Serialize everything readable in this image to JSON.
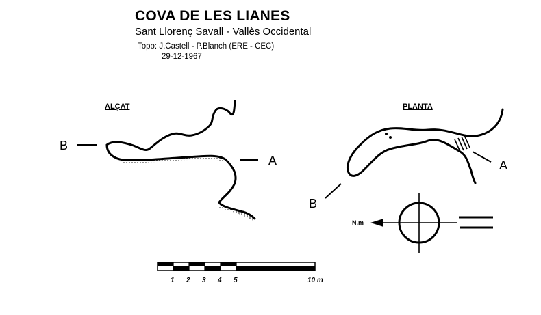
{
  "header": {
    "title": "COVA DE LES LIANES",
    "subtitle": "Sant Llorenç Savall - Vallès Occidental",
    "credit": "Topo: J.Castell - P.Blanch  (ERE - CEC)",
    "date": "29-12-1967"
  },
  "elevation": {
    "label": "ALÇAT",
    "point_b": "B",
    "point_a": "A"
  },
  "plan": {
    "label": "PLANTA",
    "point_b": "B",
    "point_a": "A",
    "north_label": "N.m"
  },
  "scale": {
    "ticks": [
      "1",
      "2",
      "3",
      "4",
      "5"
    ],
    "end_label": "10 m"
  }
}
